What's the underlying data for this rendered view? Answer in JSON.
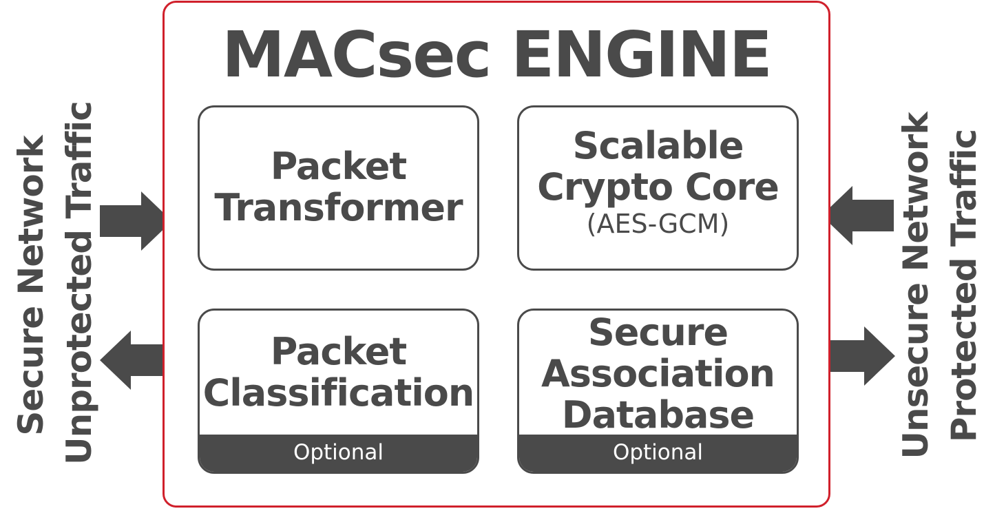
{
  "engine": {
    "title": "MACsec ENGINE",
    "border_color": "#d0202b"
  },
  "blocks": {
    "packet_transformer": {
      "lines": [
        "Packet",
        "Transformer"
      ]
    },
    "crypto_core": {
      "lines": [
        "Scalable",
        "Crypto Core"
      ],
      "sub": "(AES-GCM)"
    },
    "packet_classification": {
      "lines": [
        "Packet",
        "Classification"
      ],
      "optional_label": "Optional"
    },
    "sa_database": {
      "lines": [
        "Secure",
        "Association",
        "Database"
      ],
      "optional_label": "Optional"
    }
  },
  "left_side": {
    "line1": "Secure Network",
    "line2": "Unprotected Traffic"
  },
  "right_side": {
    "line1": "Unsecure Network",
    "line2": "Protected Traffic"
  },
  "colors": {
    "dark": "#4a4a4a",
    "accent": "#d0202b",
    "background": "#ffffff"
  },
  "arrows": [
    {
      "name": "left-in",
      "direction": "right"
    },
    {
      "name": "left-out",
      "direction": "left"
    },
    {
      "name": "right-in",
      "direction": "left"
    },
    {
      "name": "right-out",
      "direction": "right"
    }
  ]
}
